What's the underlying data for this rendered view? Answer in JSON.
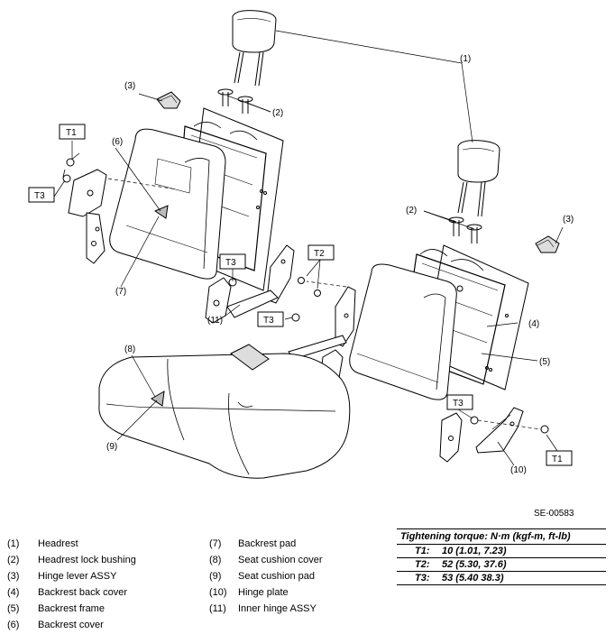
{
  "figure_id": "SE-00583",
  "callouts": {
    "c1": "(1)",
    "c2a": "(2)",
    "c2b": "(2)",
    "c3a": "(3)",
    "c3b": "(3)",
    "c4": "(4)",
    "c5": "(5)",
    "c6": "(6)",
    "c7": "(7)",
    "c8": "(8)",
    "c9": "(9)",
    "c10": "(10)",
    "c11": "(11)"
  },
  "torque_tags": [
    "T1",
    "T3",
    "T3",
    "T2",
    "T3",
    "T3",
    "T1"
  ],
  "legend_left": [
    {
      "num": "(1)",
      "label": "Headrest"
    },
    {
      "num": "(2)",
      "label": "Headrest lock bushing"
    },
    {
      "num": "(3)",
      "label": "Hinge lever ASSY"
    },
    {
      "num": "(4)",
      "label": "Backrest back cover"
    },
    {
      "num": "(5)",
      "label": "Backrest frame"
    },
    {
      "num": "(6)",
      "label": "Backrest cover"
    }
  ],
  "legend_mid": [
    {
      "num": "(7)",
      "label": "Backrest pad"
    },
    {
      "num": "(8)",
      "label": "Seat cushion cover"
    },
    {
      "num": "(9)",
      "label": "Seat cushion pad"
    },
    {
      "num": "(10)",
      "label": "Hinge plate"
    },
    {
      "num": "(11)",
      "label": "Inner hinge ASSY"
    }
  ],
  "torque": {
    "heading": "Tightening torque: N·m (kgf-m, ft-lb)",
    "rows": [
      {
        "key": "T1:",
        "value": "10 (1.01, 7.23)"
      },
      {
        "key": "T2:",
        "value": "52 (5.30, 37.6)"
      },
      {
        "key": "T3:",
        "value": "53 (5.40 38.3)"
      }
    ]
  }
}
